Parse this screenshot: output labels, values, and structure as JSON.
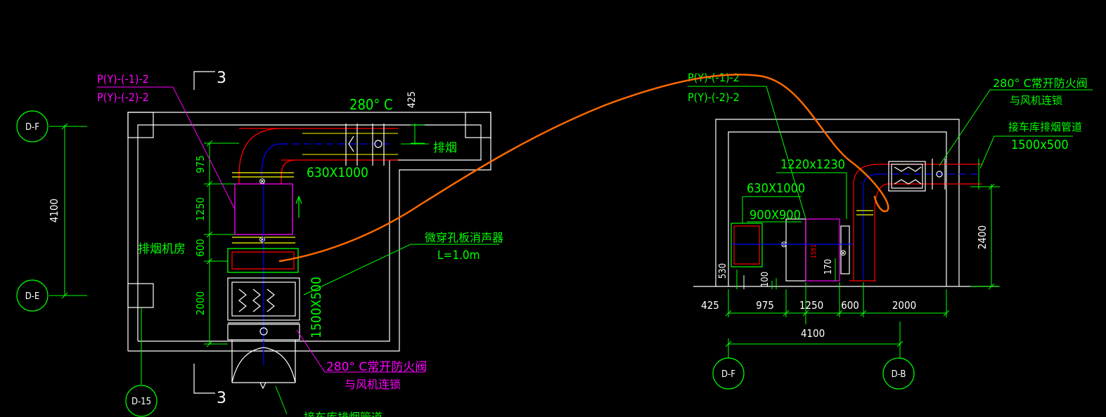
{
  "colors": {
    "background": "#000000",
    "wall": "#ffffff",
    "dimension": "#00ff00",
    "leader_magenta": "#ff00ff",
    "duct_red": "#ff0000",
    "duct_blue": "#0000ff",
    "duct_yellow": "#ffff00",
    "markup_orange": "#ff6a00"
  },
  "section_left": {
    "tag_top": "P(Y)-(-1)-2",
    "tag_bottom": "P(Y)-(-2)-2",
    "section_mark_top": "3",
    "section_mark_bottom": "3",
    "temp_label": "280° C",
    "dim_top_right": "425",
    "exhaust_label": "排烟",
    "duct_size": "630X1000",
    "room_label": "排烟机房",
    "dims_vertical": [
      "975",
      "1250",
      "600",
      "2000"
    ],
    "overall_dim": "4100",
    "silencer_label": "微穿孔板消声器",
    "silencer_length": "L=1.0m",
    "duct_size_vertical": "1500X500",
    "damper_label": "280° C常开防火阀",
    "damper_sub": "与风机连锁",
    "bottom_note": "接车库排烟管道",
    "axis_top": "D-F",
    "axis_bottom": "D-E",
    "axis_col": "D-15"
  },
  "section_right": {
    "tag_top": "P(Y)-(-1)-2",
    "tag_bottom": "P(Y)-(-2)-2",
    "damper_label": "280° C常开防火阀",
    "damper_sub": "与风机连锁",
    "connect_label": "接车库排烟管道",
    "connect_size": "1500x500",
    "size_a": "1220x1230",
    "size_b": "630X1000",
    "size_c": "900X900",
    "fan_mark": "1581",
    "dim_530": "530",
    "dim_100": "100",
    "dim_170": "170",
    "dim_height": "2400",
    "dims_horizontal": [
      "425",
      "975",
      "1250",
      "600",
      "2000"
    ],
    "overall_dim": "4100",
    "axis_left": "D-F",
    "axis_right": "D-B"
  }
}
